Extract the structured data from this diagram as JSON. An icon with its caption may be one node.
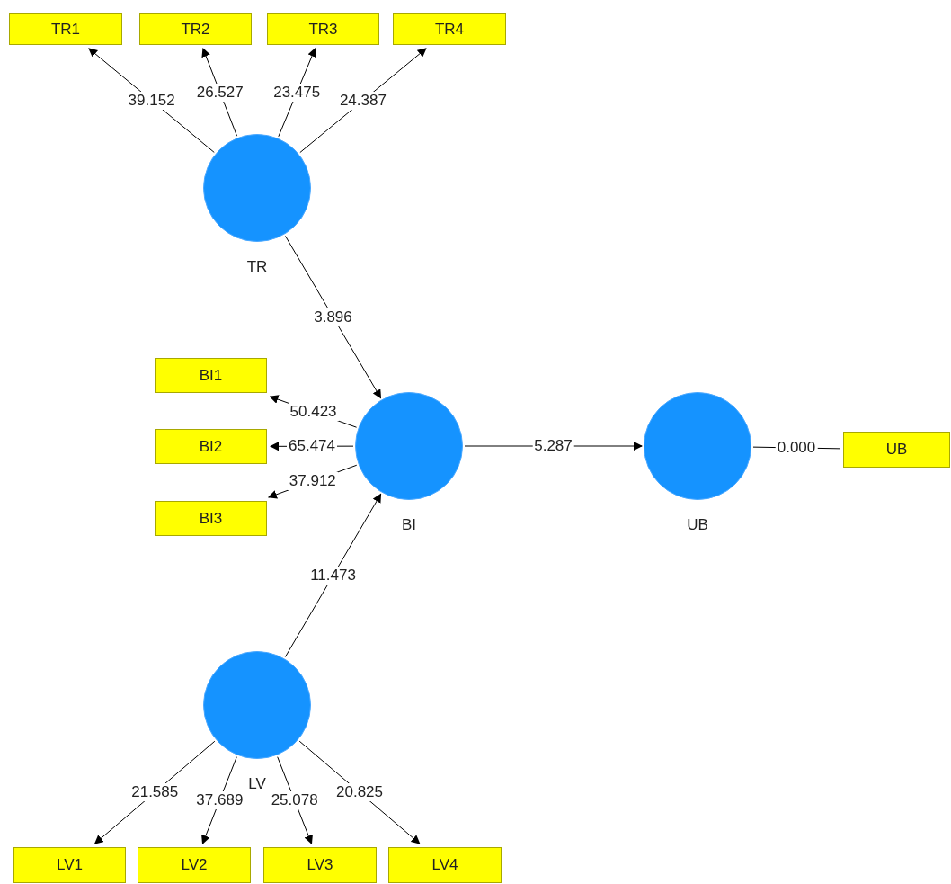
{
  "diagram": {
    "nodes": [
      {
        "text": [
          "TR1"
        ]
      },
      {
        "text": [
          "TR2"
        ]
      },
      {
        "text": [
          "TR3"
        ]
      },
      {
        "text": [
          "TR4"
        ]
      },
      {
        "text": [
          "TR"
        ]
      },
      {
        "text": [
          "BI1"
        ]
      },
      {
        "text": [
          "BI2"
        ]
      },
      {
        "text": [
          "BI3"
        ]
      },
      {
        "text": [
          "BI"
        ]
      },
      {
        "text": [
          "UB"
        ]
      },
      {
        "text": [
          "UB"
        ]
      },
      {
        "text": [
          "LV"
        ]
      },
      {
        "text": [
          "LV1"
        ]
      },
      {
        "text": [
          "LV2"
        ]
      },
      {
        "text": [
          "LV3"
        ]
      },
      {
        "text": [
          "LV4"
        ]
      }
    ],
    "edges": [
      {
        "from": 4,
        "to": 0,
        "arrow": "to",
        "label": "39.152"
      },
      {
        "from": 4,
        "to": 1,
        "arrow": "to",
        "label": "26.527"
      },
      {
        "from": 4,
        "to": 2,
        "arrow": "to",
        "label": "23.475"
      },
      {
        "from": 4,
        "to": 3,
        "arrow": "to",
        "label": "24.387"
      },
      {
        "from": 4,
        "to": 8,
        "arrow": "to",
        "label": "3.896"
      },
      {
        "from": 8,
        "to": 5,
        "arrow": "to",
        "label": "50.423"
      },
      {
        "from": 8,
        "to": 6,
        "arrow": "to",
        "label": "65.474"
      },
      {
        "from": 8,
        "to": 7,
        "arrow": "to",
        "label": "37.912"
      },
      {
        "from": 8,
        "to": 9,
        "arrow": "to",
        "label": "5.287"
      },
      {
        "from": 9,
        "to": 10,
        "arrow": "none",
        "label": "0.000"
      },
      {
        "from": 11,
        "to": 8,
        "arrow": "to",
        "label": "11.473"
      },
      {
        "from": 11,
        "to": 12,
        "arrow": "to",
        "label": "21.585"
      },
      {
        "from": 11,
        "to": 13,
        "arrow": "to",
        "label": "37.689"
      },
      {
        "from": 11,
        "to": 14,
        "arrow": "to",
        "label": "25.078"
      },
      {
        "from": 11,
        "to": 15,
        "arrow": "to",
        "label": "20.825"
      }
    ]
  }
}
